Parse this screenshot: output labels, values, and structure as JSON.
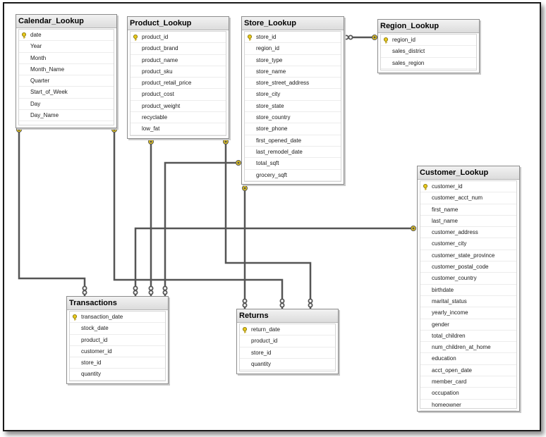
{
  "tables": {
    "calendar": {
      "title": "Calendar_Lookup",
      "fields": [
        "date",
        "Year",
        "Month",
        "Month_Name",
        "Quarter",
        "Start_of_Week",
        "Day",
        "Day_Name"
      ]
    },
    "product": {
      "title": "Product_Lookup",
      "fields": [
        "product_id",
        "product_brand",
        "product_name",
        "product_sku",
        "product_retail_price",
        "product_cost",
        "product_weight",
        "recyclable",
        "low_fat"
      ]
    },
    "store": {
      "title": "Store_Lookup",
      "fields": [
        "store_id",
        "region_id",
        "store_type",
        "store_name",
        "store_street_address",
        "store_city",
        "store_state",
        "store_country",
        "store_phone",
        "first_opened_date",
        "last_remodel_date",
        "total_sqft",
        "grocery_sqft"
      ]
    },
    "region": {
      "title": "Region_Lookup",
      "fields": [
        "region_id",
        "sales_district",
        "sales_region"
      ]
    },
    "customer": {
      "title": "Customer_Lookup",
      "fields": [
        "customer_id",
        "customer_acct_num",
        "first_name",
        "last_name",
        "customer_address",
        "customer_city",
        "customer_state_province",
        "customer_postal_code",
        "customer_country",
        "birthdate",
        "marital_status",
        "yearly_income",
        "gender",
        "total_children",
        "num_children_at_home",
        "education",
        "acct_open_date",
        "member_card",
        "occupation",
        "homeowner"
      ]
    },
    "transactions": {
      "title": "Transactions",
      "fields": [
        "transaction_date",
        "stock_date",
        "product_id",
        "customer_id",
        "store_id",
        "quantity"
      ]
    },
    "returns": {
      "title": "Returns",
      "fields": [
        "return_date",
        "product_id",
        "store_id",
        "quantity"
      ]
    }
  },
  "colors": {
    "key": "#e8c81a",
    "line": "#505050",
    "header": "#dcdcdc"
  },
  "icons": {
    "primary_key": "key-icon",
    "one_end": "key-endpoint-icon",
    "many_end": "infinity-endpoint-icon"
  }
}
